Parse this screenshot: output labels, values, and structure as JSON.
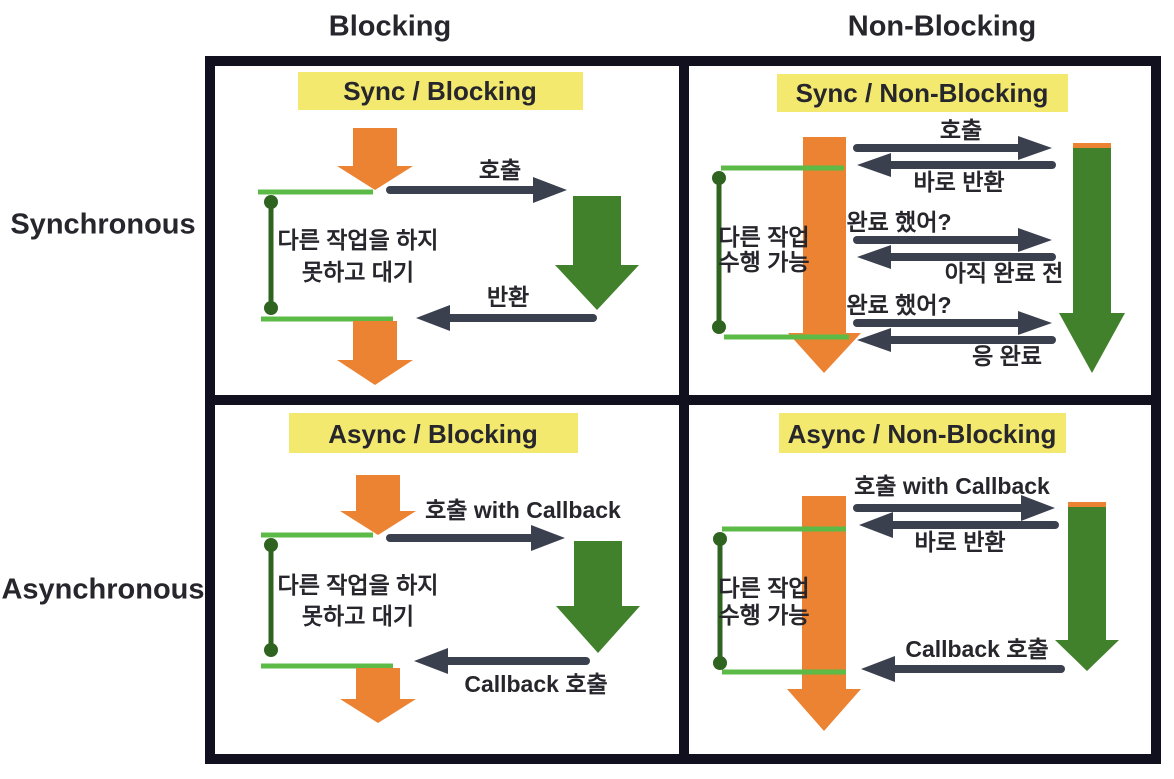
{
  "colors": {
    "background": "#ffffff",
    "border": "#10101f",
    "text": "#26262c",
    "yellow": "#f2e96e",
    "orange": "#ec8333",
    "green": "#41812c",
    "light_green": "#5cbb47",
    "dark_green": "#2f6420",
    "arrow_dark": "#3b404e"
  },
  "headers": {
    "col_left": "Blocking",
    "col_right": "Non-Blocking",
    "row_top": "Synchronous",
    "row_bottom": "Asynchronous"
  },
  "quadrants": {
    "sync_blocking": {
      "title": "Sync / Blocking",
      "call": "호출",
      "return": "반환",
      "note_line1": "다른 작업을 하지",
      "note_line2": "못하고 대기"
    },
    "sync_non_blocking": {
      "title": "Sync / Non-Blocking",
      "call": "호출",
      "immediate_return": "바로 반환",
      "poll_1": "완료 했어?",
      "poll_1_reply": "아직 완료 전",
      "poll_2": "완료 했어?",
      "poll_2_reply": "응 완료",
      "note_line1": "다른 작업",
      "note_line2": "수행 가능"
    },
    "async_blocking": {
      "title": "Async / Blocking",
      "call": "호출 with Callback",
      "callback_return": "Callback 호출",
      "note_line1": "다른 작업을 하지",
      "note_line2": "못하고 대기"
    },
    "async_non_blocking": {
      "title": "Async / Non-Blocking",
      "call": "호출 with Callback",
      "immediate_return": "바로 반환",
      "callback_return": "Callback 호출",
      "note_line1": "다른 작업",
      "note_line2": "수행 가능"
    }
  }
}
